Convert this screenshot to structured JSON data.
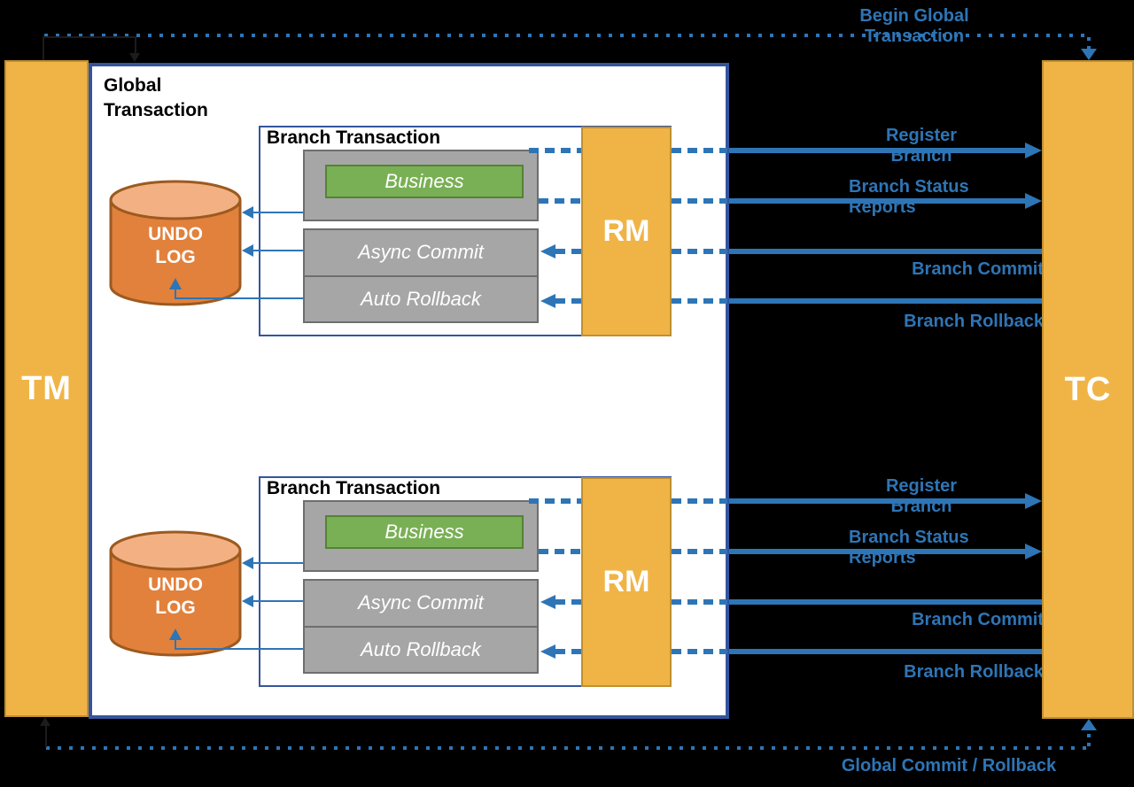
{
  "colors": {
    "accent_blue": "#2E75B6",
    "border_navy": "#34559E",
    "node_yellow": "#F0B446",
    "node_yellow_border": "#C0902F",
    "gray_fill": "#A6A6A6",
    "gray_border": "#6E6E6E",
    "green_fill": "#7AB055",
    "green_border": "#548235",
    "cylinder_fill": "#E2813C",
    "cylinder_top_fill": "#F3B183",
    "cylinder_border": "#9C5A20",
    "connector_black": "#1C1C1C",
    "background": "#000000"
  },
  "actors": {
    "tm": "TM",
    "tc": "TC"
  },
  "global_transaction": {
    "label_line1": "Global",
    "label_line2": "Transaction"
  },
  "branch_transaction": {
    "title": "Branch Transaction",
    "business_label": "Business",
    "async_commit_label": "Async Commit",
    "auto_rollback_label": "Auto Rollback",
    "rm_label": "RM",
    "undo_log_line1": "UNDO",
    "undo_log_line2": "LOG"
  },
  "messages": {
    "begin_global_line1": "Begin Global",
    "begin_global_line2": "Transaction",
    "register_branch_line1": "Register",
    "register_branch_line2": "Branch",
    "branch_status_line1": "Branch Status",
    "branch_status_line2": "Reports",
    "branch_commit": "Branch Commit",
    "branch_rollback": "Branch Rollback",
    "global_commit_rollback": "Global Commit / Rollback"
  }
}
